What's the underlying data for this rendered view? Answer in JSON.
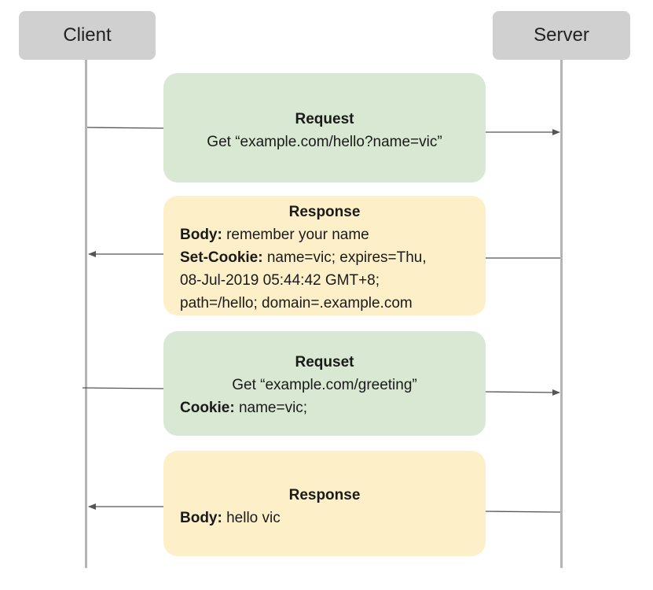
{
  "actors": {
    "client": "Client",
    "server": "Server"
  },
  "messages": [
    {
      "kind": "request",
      "direction": "client-to-server",
      "title": "Request",
      "line1": "Get “example.com/hello?name=vic”"
    },
    {
      "kind": "response",
      "direction": "server-to-client",
      "title": "Response",
      "body_label": "Body:",
      "body_value": " remember your name",
      "setcookie_label": "Set-Cookie:",
      "setcookie_value": " name=vic;  expires=Thu,",
      "line3": "08-Jul-2019 05:44:42 GMT+8;",
      "line4": "path=/hello; domain=.example.com"
    },
    {
      "kind": "request",
      "direction": "client-to-server",
      "title": "Requset",
      "line1": "Get “example.com/greeting”",
      "cookie_label": "Cookie:",
      "cookie_value": " name=vic;"
    },
    {
      "kind": "response",
      "direction": "server-to-client",
      "title": "Response",
      "body_label": "Body:",
      "body_value": " hello vic"
    }
  ],
  "colors": {
    "request": "#d8e8d2",
    "response": "#fdf0c9",
    "actor": "#d0d0d0",
    "line": "#b4b4b4",
    "arrow": "#555555"
  }
}
